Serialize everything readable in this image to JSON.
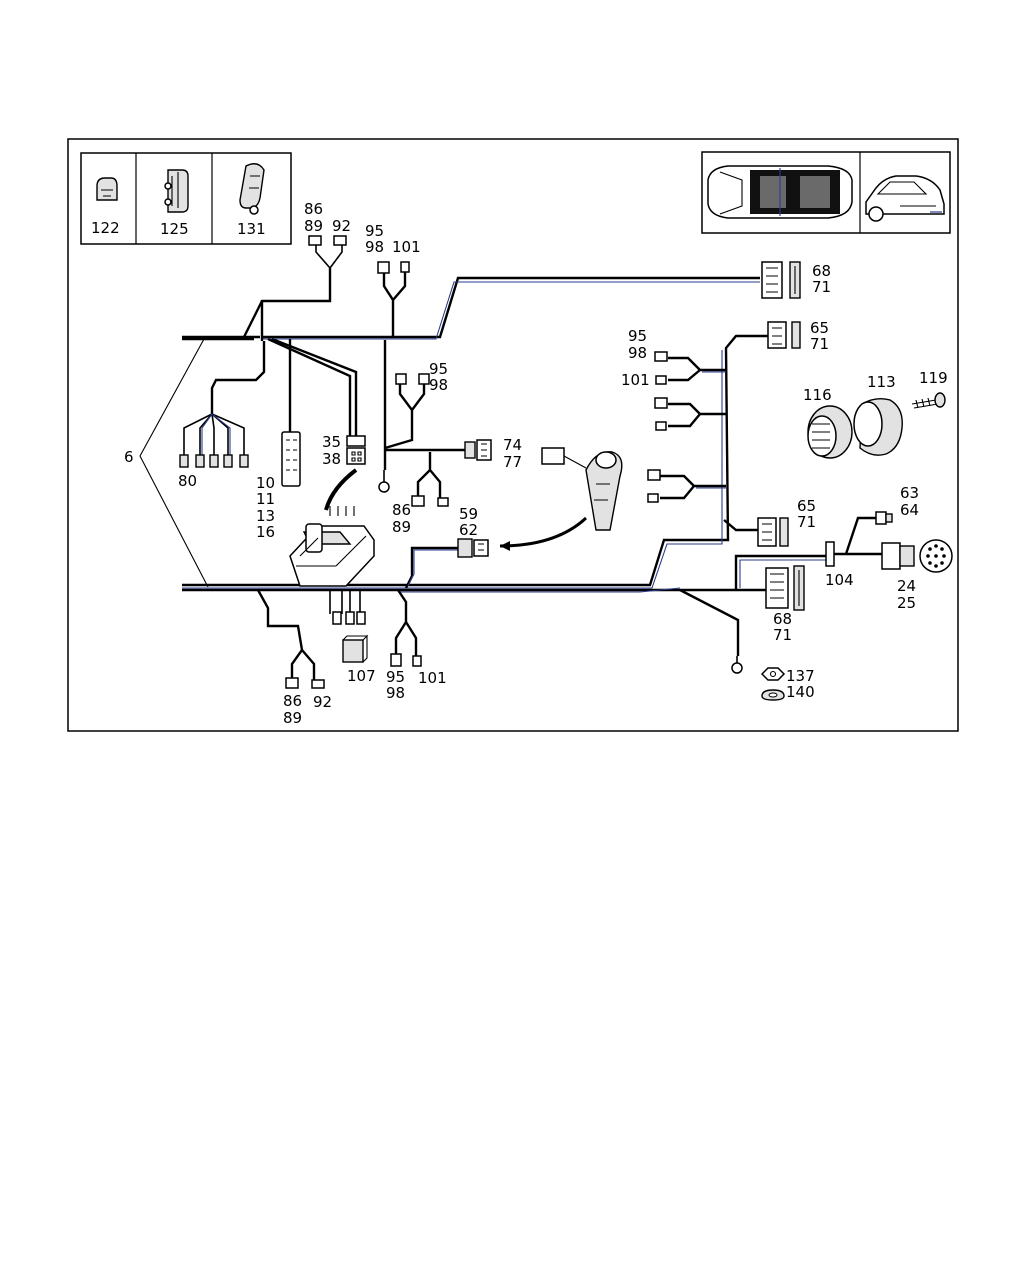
{
  "inset_parts": [
    {
      "id": "clip-122",
      "label": "122"
    },
    {
      "id": "clip-125",
      "label": "125"
    },
    {
      "id": "clip-131",
      "label": "131"
    }
  ],
  "callouts": {
    "l6": "6",
    "l80": "80",
    "l10": "10",
    "l11": "11",
    "l13": "13",
    "l16": "16",
    "l35": "35",
    "l38": "38",
    "top86": "86",
    "top89": "89",
    "top92": "92",
    "top95": "95",
    "top98": "98",
    "top101": "101",
    "mid95": "95",
    "mid98": "98",
    "l74": "74",
    "l77": "77",
    "mid86": "86",
    "mid89": "89",
    "l59": "59",
    "l62": "62",
    "bot86": "86",
    "bot89": "89",
    "bot92": "92",
    "l107": "107",
    "bot95": "95",
    "bot98": "98",
    "bot101": "101",
    "r68a": "68",
    "r71a": "71",
    "r65a": "65",
    "r71b": "71",
    "r95": "95",
    "r98": "98",
    "r101": "101",
    "l116": "116",
    "l113": "113",
    "l119": "119",
    "r65b": "65",
    "r71c": "71",
    "l63": "63",
    "l64": "64",
    "l104": "104",
    "l24": "24",
    "l25": "25",
    "r68b": "68",
    "r71d": "71",
    "l137": "137",
    "l140": "140"
  }
}
